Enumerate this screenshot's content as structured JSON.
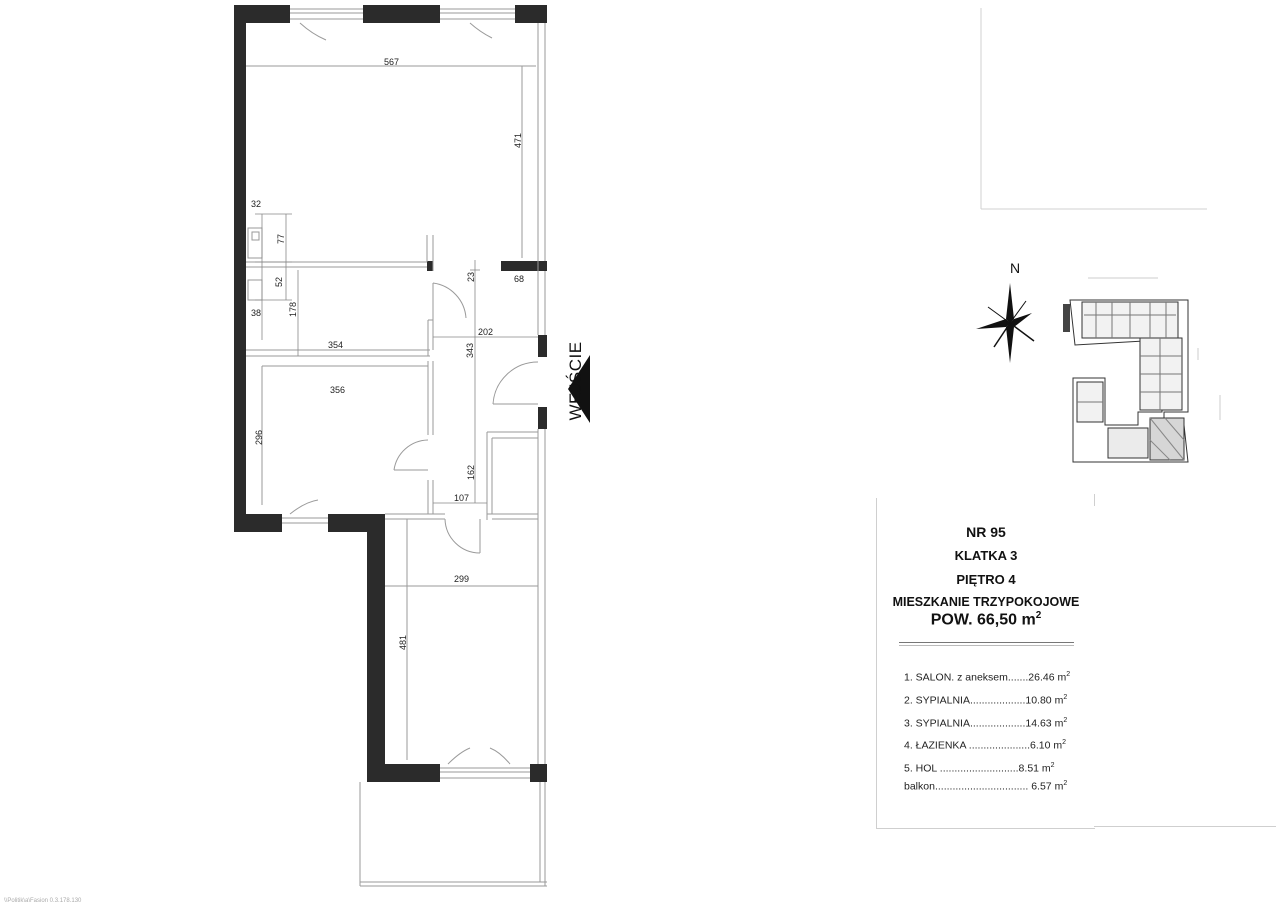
{
  "apartment": {
    "number": "NR 95",
    "staircase": "KLATKA 3",
    "floor": "PIĘTRO 4",
    "type": "MIESZKANIE TRZYPOKOJOWE",
    "area_label": "POW. 66,50 m",
    "area_sup": "2"
  },
  "rooms": [
    {
      "label": "1. SALON. z aneksem.......26.46 m",
      "sup": "2"
    },
    {
      "label": "2. SYPIALNIA...................10.80 m",
      "sup": "2"
    },
    {
      "label": "3. SYPIALNIA...................14.63 m",
      "sup": "2"
    },
    {
      "label": "4. ŁAZIENKA .....................6.10 m",
      "sup": "2"
    },
    {
      "label": "5. HOL ...........................8.51 m",
      "sup": "2"
    }
  ],
  "balcony": {
    "label": "balkon................................ 6.57 m",
    "sup": "2"
  },
  "entrance_label": "WEJŚCIE",
  "north_label": "N",
  "footer_text": "\\\\Politik\\a\\Fasion 0.3.178.130",
  "dimensions": {
    "d567": "567",
    "d471": "471",
    "d32": "32",
    "d77": "77",
    "d52": "52",
    "d178": "178",
    "d38": "38",
    "d23": "23",
    "d68": "68",
    "d202": "202",
    "d354": "354",
    "d343": "343",
    "d356": "356",
    "d296": "296",
    "d162": "162",
    "d107": "107",
    "d299": "299",
    "d481": "481"
  },
  "colors": {
    "wall": "#2b2b2b",
    "thin_line": "#9a9a9a",
    "arrow": "#111111"
  }
}
